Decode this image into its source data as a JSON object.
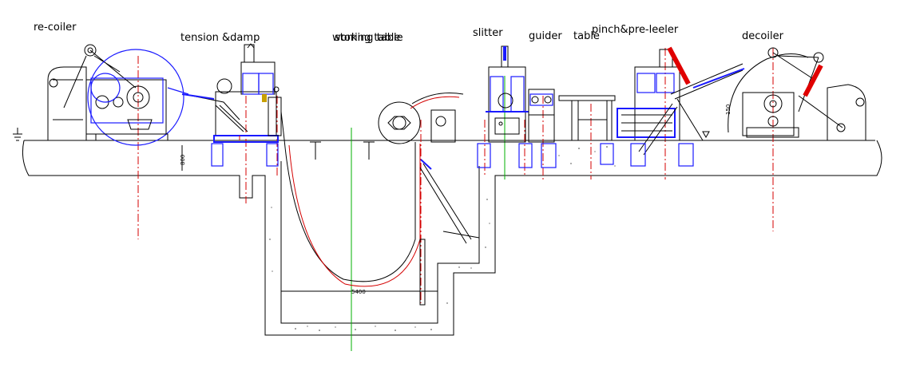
{
  "labels": {
    "recoiler": "re-coiler",
    "tension": "tension &damp",
    "working_table_a": "working table",
    "working_table_b": "storing table",
    "slitter": "slitter",
    "guider": "guider",
    "table": "table",
    "pinch": "pinch&pre-leeler",
    "decoiler": "decoiler"
  },
  "dimensions": {
    "pit_width": "5400",
    "depth_left": "800",
    "height_right": "150"
  },
  "colors": {
    "outline": "#000000",
    "machine": "#1a1aff",
    "centerline": "#d40000",
    "hydraulic": "#e00000",
    "axis": "#00b000"
  }
}
